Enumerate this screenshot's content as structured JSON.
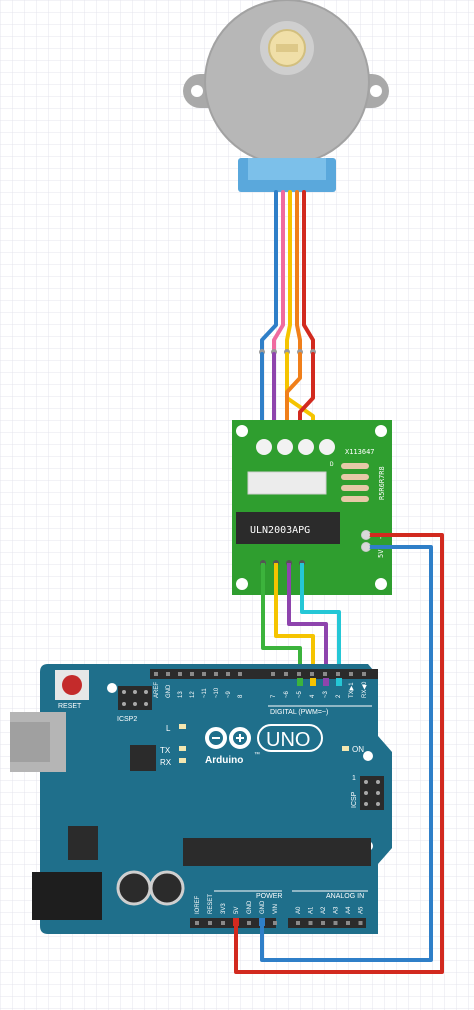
{
  "colors": {
    "grid": "#e4e4ec",
    "board_teal": "#1f6f8b",
    "driver_green": "#2f9e2f",
    "motor_gray": "#b4b4b4",
    "red": "#d22a1f",
    "orange": "#f07f1a",
    "yellow": "#f5c400",
    "pink": "#f06ba0",
    "blue": "#2f7fc8",
    "purple": "#8e44ad",
    "green": "#3cb33c",
    "cyan": "#25c7d6"
  },
  "driver": {
    "chip_label": "ULN2003APG",
    "model": "X113647",
    "resistors": "R5R6R7R8",
    "pin_d": "D",
    "power_minus": "-",
    "power_5v": "5V"
  },
  "arduino": {
    "reset_label": "RESET",
    "icsp2_label": "ICSP2",
    "icsp_label": "ICSP",
    "icsp_pin": "1",
    "brand": "Arduino",
    "model": "UNO",
    "trademark": "™",
    "on_label": "ON",
    "l_label": "L",
    "tx_label": "TX",
    "rx_label": "RX",
    "digital_label": "DIGITAL (PWM=~)",
    "power_label": "POWER",
    "analog_label": "ANALOG IN",
    "digital_pins": [
      "AREF",
      "GND",
      "13",
      "12",
      "~11",
      "~10",
      "~9",
      "8",
      "7",
      "~6",
      "~5",
      "4",
      "~3",
      "2",
      "TX▶1",
      "RX◀0"
    ],
    "power_pins": [
      "IOREF",
      "RESET",
      "3V3",
      "5V",
      "GND",
      "GND",
      "VIN"
    ],
    "analog_pins": [
      "A0",
      "A1",
      "A2",
      "A3",
      "A4",
      "A5"
    ]
  }
}
